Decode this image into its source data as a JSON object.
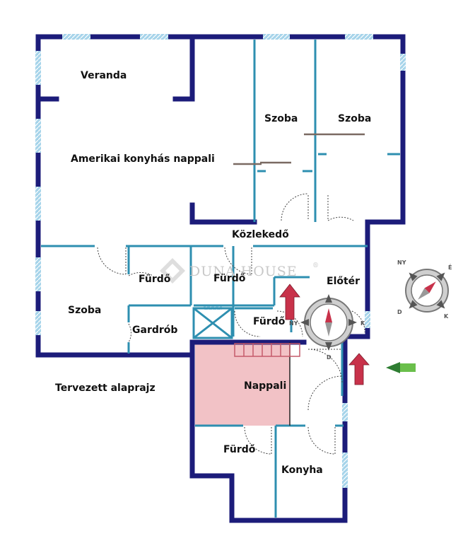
{
  "plan": {
    "caption": "Tervezett alaprajz",
    "watermark": "DUNA HOUSE",
    "watermark_mark": "®",
    "rooms": {
      "veranda": "Veranda",
      "living_kitchen": "Amerikai konyhás nappali",
      "room_1": "Szoba",
      "room_2": "Szoba",
      "corridor": "Közlekedő",
      "bath_1": "Fürdő",
      "bath_2": "Fürdő",
      "bath_3": "Fürdő",
      "bath_4": "Fürdő",
      "entrance": "Előtér",
      "room_3": "Szoba",
      "wardrobe": "Gardrób",
      "living": "Nappali",
      "kitchen": "Konyha"
    },
    "compass_letters": {
      "north": "É",
      "east": "K",
      "south": "D",
      "west": "NY"
    },
    "compass_alt_letters": {
      "north_east": "É",
      "south_east": "K",
      "south_west": "D",
      "north_west": "NY"
    },
    "colors": {
      "wall": "#1c1c7a",
      "partition": "#2e8fb0",
      "window": "#a6d4ea",
      "highlight": "#f2c2c6",
      "entry_arrow": "#c8324a",
      "direction_arrow": "#2e7d32"
    }
  }
}
